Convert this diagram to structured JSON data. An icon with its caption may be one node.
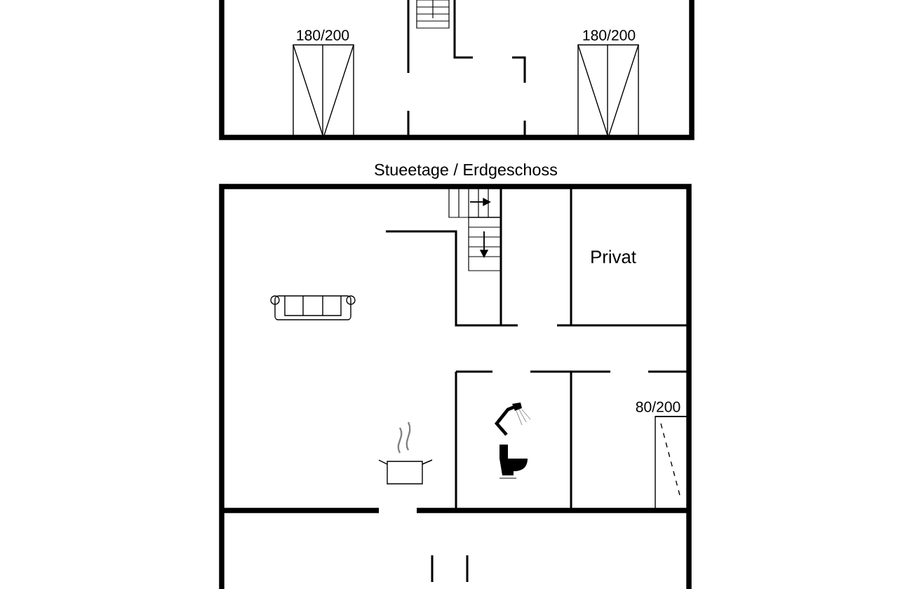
{
  "diagram": {
    "labels": [
      "180/200",
      "180/200",
      "Stueetage / Erdgeschoss",
      "Privat",
      "80/200"
    ]
  }
}
